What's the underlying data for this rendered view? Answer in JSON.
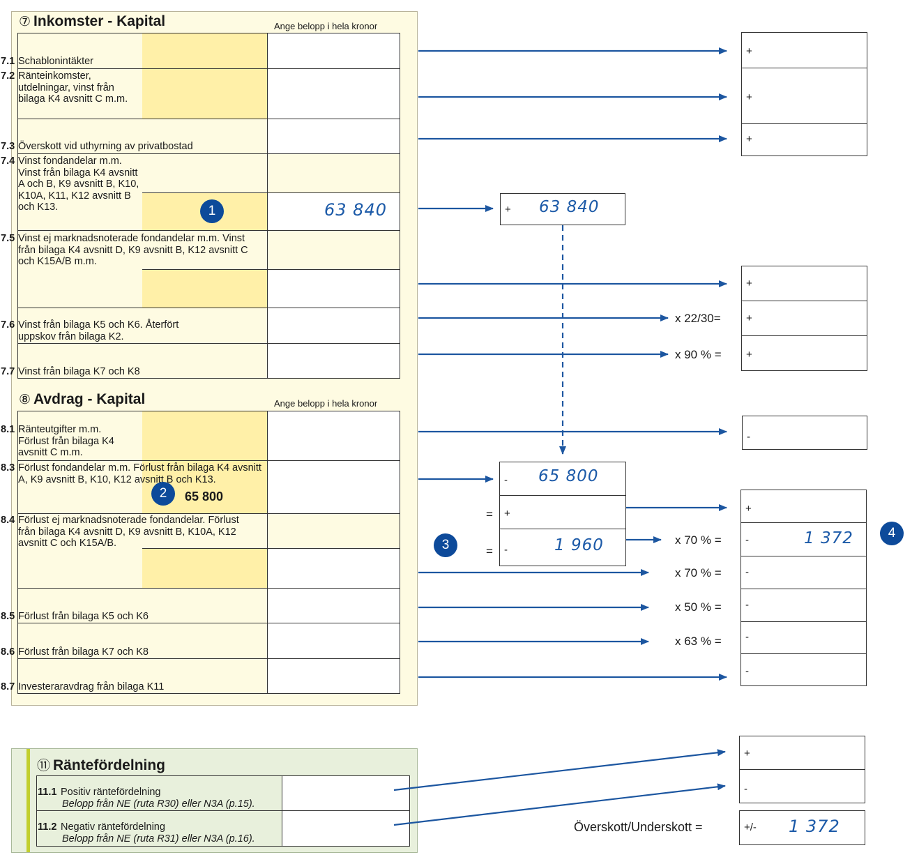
{
  "section7": {
    "num": "⑦",
    "title": "Inkomster - Kapital",
    "hint": "Ange belopp i hela kronor",
    "rows": [
      {
        "code": "7.1",
        "text": "Schablonintäkter"
      },
      {
        "code": "7.2",
        "text": "Ränteinkomster, utdelningar, vinst från bilaga K4 avsnitt C m.m."
      },
      {
        "code": "7.3",
        "text": "Överskott vid uthyrning av privatbostad"
      },
      {
        "code": "7.4",
        "text": "Vinst fondandelar m.m. Vinst från bilaga K4 avsnitt A och B, K9 avsnitt B, K10, K10A, K11, K12 avsnitt B och K13.",
        "value": "63 840"
      },
      {
        "code": "7.5",
        "text": "Vinst ej marknadsnoterade fondandelar m.m. Vinst från bilaga K4 avsnitt D, K9 avsnitt B, K12 avsnitt C och K15A/B m.m."
      },
      {
        "code": "7.6",
        "text": "Vinst från bilaga K5 och K6. Återfört uppskov från bilaga K2."
      },
      {
        "code": "7.7",
        "text": "Vinst från bilaga K7 och K8"
      }
    ]
  },
  "section8": {
    "num": "⑧",
    "title": "Avdrag - Kapital",
    "hint": "Ange belopp i hela kronor",
    "rows": [
      {
        "code": "8.1",
        "text": "Ränteutgifter m.m. Förlust från bilaga K4 avsnitt C m.m."
      },
      {
        "code": "8.3",
        "text": "Förlust fondandelar m.m. Förlust från bilaga K4 avsnitt A, K9 avsnitt B, K10, K12 avsnitt B och K13.",
        "value": "65 800"
      },
      {
        "code": "8.4",
        "text": "Förlust ej marknadsnoterade fondandelar. Förlust från bilaga K4 avsnitt D, K9 avsnitt B, K10A, K12 avsnitt C och K15A/B."
      },
      {
        "code": "8.5",
        "text": "Förlust från bilaga K5 och K6"
      },
      {
        "code": "8.6",
        "text": "Förlust från bilaga K7 och K8"
      },
      {
        "code": "8.7",
        "text": "Investeraravdrag från bilaga K11"
      }
    ]
  },
  "section11": {
    "num": "⑪",
    "title": "Räntefördelning",
    "rows": [
      {
        "code": "11.1",
        "text": "Positiv räntefördelning",
        "sub": "Belopp från NE (ruta R30) eller N3A (p.15)."
      },
      {
        "code": "11.2",
        "text": "Negativ räntefördelning",
        "sub": "Belopp från NE (ruta R31) eller N3A (p.16)."
      }
    ]
  },
  "badges": [
    "1",
    "2",
    "3",
    "4"
  ],
  "calc": {
    "gain_sign": "+",
    "gain_value": "63 840",
    "loss_sign": "-",
    "loss_value": "65 800",
    "eq1": "=",
    "eq1_sign": "+",
    "eq2": "=",
    "eq2_sign": "-",
    "eq2_value": "1 960"
  },
  "right": {
    "signs_top": [
      "+",
      "+",
      "+"
    ],
    "signs_mid": [
      "+",
      "+",
      "+"
    ],
    "mult_22": "x 22/30=",
    "mult_90": "x 90 % =",
    "sign_81": "-",
    "signs_bottom": [
      "+",
      "-",
      "-",
      "-",
      "-",
      "-"
    ],
    "bottom_value": "1 372",
    "mult_70a": "x 70 % =",
    "mult_70b": "x 70 % =",
    "mult_50": "x 50 % =",
    "mult_63": "x 63 % =",
    "signs_11": [
      "+",
      "-"
    ],
    "result_label": "Överskott/Underskott =",
    "result_sign": "+/-",
    "result_value": "1 372"
  },
  "colors": {
    "arrow": "#1c56a0",
    "badge": "#0d4a9a",
    "yellow": "#fff0a8",
    "panel": "#fefbe2",
    "green": "#e8f0dc"
  }
}
